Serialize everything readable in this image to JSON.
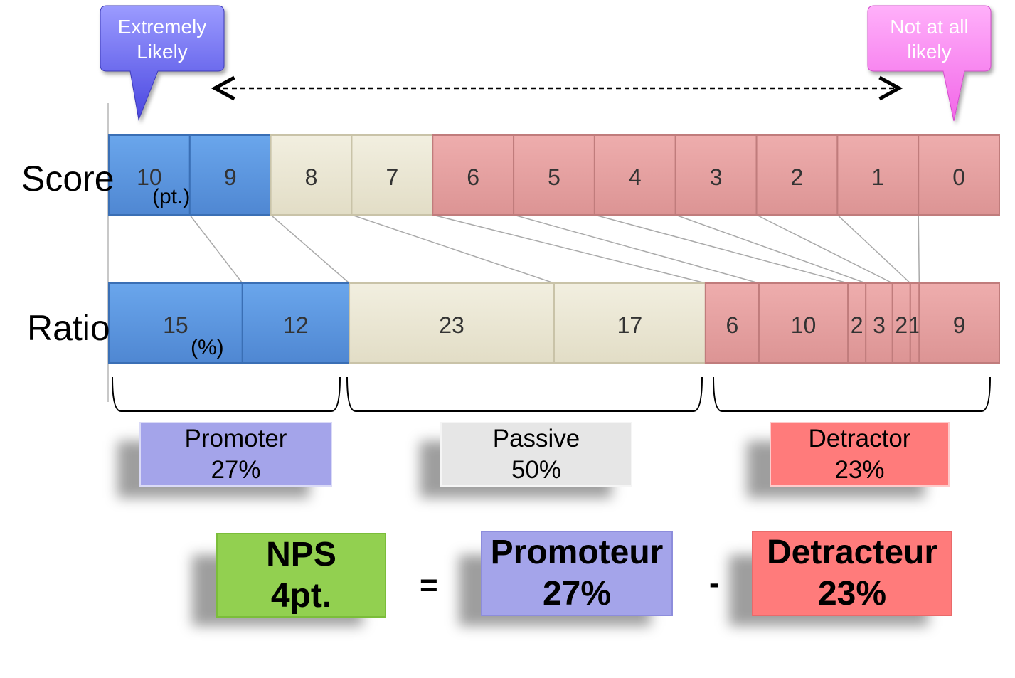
{
  "callouts": {
    "left": {
      "text": "Extremely Likely",
      "color": "#6f6cf0"
    },
    "right": {
      "text": "Not at all likely",
      "color": "#ff7ff5"
    }
  },
  "row_labels": {
    "score": "Score",
    "ratio": "Ratio"
  },
  "units": {
    "score": "(pt.)",
    "ratio": "(%)"
  },
  "scores": [
    {
      "label": "10",
      "group": "promoter"
    },
    {
      "label": "9",
      "group": "promoter"
    },
    {
      "label": "8",
      "group": "passive"
    },
    {
      "label": "7",
      "group": "passive"
    },
    {
      "label": "6",
      "group": "detractor"
    },
    {
      "label": "5",
      "group": "detractor"
    },
    {
      "label": "4",
      "group": "detractor"
    },
    {
      "label": "3",
      "group": "detractor"
    },
    {
      "label": "2",
      "group": "detractor"
    },
    {
      "label": "1",
      "group": "detractor"
    },
    {
      "label": "0",
      "group": "detractor"
    }
  ],
  "ratios": [
    {
      "score": 10,
      "value": 15,
      "label": "15"
    },
    {
      "score": 9,
      "value": 12,
      "label": "12"
    },
    {
      "score": 8,
      "value": 23,
      "label": "23"
    },
    {
      "score": 7,
      "value": 17,
      "label": "17"
    },
    {
      "score": 6,
      "value": 6,
      "label": "6"
    },
    {
      "score": 5,
      "value": 10,
      "label": "10"
    },
    {
      "score": 4,
      "value": 2,
      "label": "2"
    },
    {
      "score": 3,
      "value": 3,
      "label": "3"
    },
    {
      "score": 2,
      "value": 2,
      "label": "2"
    },
    {
      "score": 1,
      "value": 1,
      "label": "1"
    },
    {
      "score": 0,
      "value": 9,
      "label": "9"
    }
  ],
  "colors": {
    "promoter": "#5b97e0",
    "passive": "#ece8d6",
    "detractor": "#e8a3a3",
    "promoter_box": "#a4a4ea",
    "passive_box": "#e6e6e6",
    "detractor_box": "#ff7b7b",
    "nps_box": "#92d050"
  },
  "categories": [
    {
      "name": "Promoter",
      "value": "27%",
      "color": "#a4a4ea"
    },
    {
      "name": "Passive",
      "value": "50%",
      "color": "#e6e6e6"
    },
    {
      "name": "Detractor",
      "value": "23%",
      "color": "#ff7b7b"
    }
  ],
  "equation": {
    "nps": {
      "title": "NPS",
      "value": "4pt.",
      "color": "#92d050"
    },
    "equals": "=",
    "promoteur": {
      "title": "Promoteur",
      "value": "27%",
      "color": "#a4a4ea"
    },
    "minus": "-",
    "detracteur": {
      "title": "Detracteur",
      "value": "23%",
      "color": "#ff7b7b"
    }
  }
}
